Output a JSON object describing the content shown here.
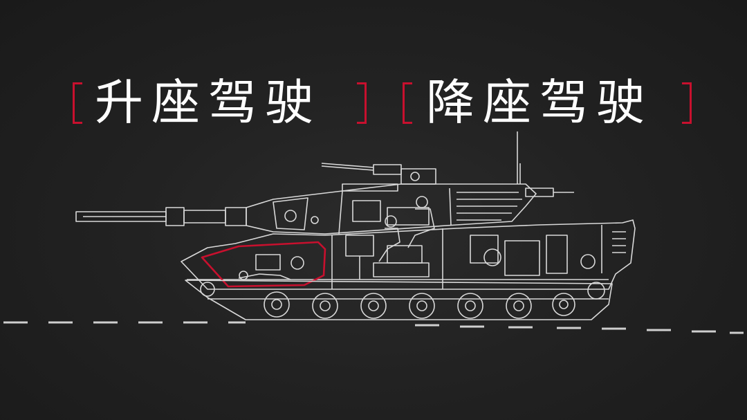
{
  "titles": {
    "left": "升座驾驶",
    "right": "降座驾驶"
  },
  "colors": {
    "background": "#1f1f1f",
    "line": "#d9d9d9",
    "highlight": "#c8102e",
    "text": "#ffffff"
  },
  "icons": [
    "tank-cutaway-diagram",
    "driver-compartment-highlight",
    "road-dashes"
  ]
}
